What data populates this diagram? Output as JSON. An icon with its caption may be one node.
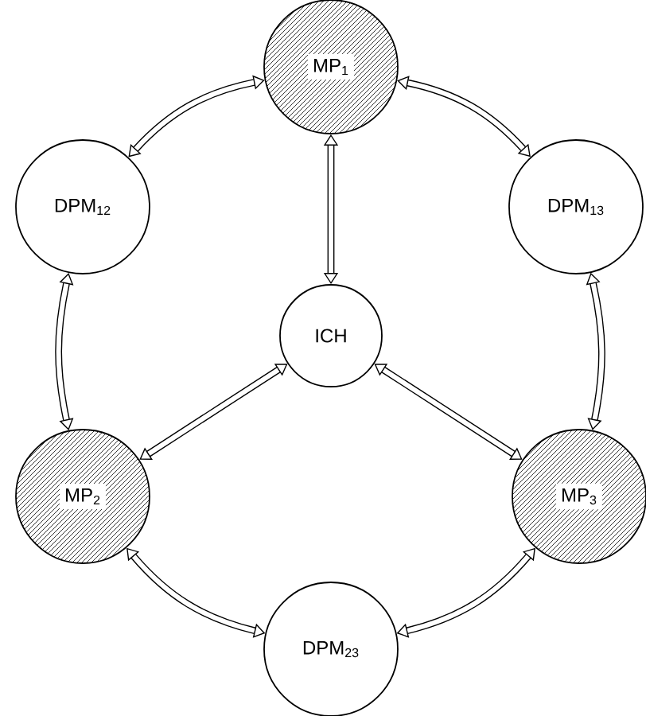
{
  "diagram": {
    "nodes": [
      {
        "text": [
          "MP$_{1}$"
        ]
      },
      {
        "text": [
          "DPM$_{12}$"
        ]
      },
      {
        "text": [
          "DPM$_{13}$"
        ]
      },
      {
        "text": [
          "ICH"
        ]
      },
      {
        "text": [
          "MP$_{2}$"
        ]
      },
      {
        "text": [
          "MP$_{3}$"
        ]
      },
      {
        "text": [
          "DPM$_{23}$"
        ]
      }
    ],
    "edges": [
      {
        "from": 0,
        "to": 1,
        "arrow": "both"
      },
      {
        "from": 0,
        "to": 2,
        "arrow": "both"
      },
      {
        "from": 0,
        "to": 3,
        "arrow": "both"
      },
      {
        "from": 1,
        "to": 4,
        "arrow": "both"
      },
      {
        "from": 2,
        "to": 5,
        "arrow": "both"
      },
      {
        "from": 3,
        "to": 4,
        "arrow": "both"
      },
      {
        "from": 3,
        "to": 5,
        "arrow": "both"
      },
      {
        "from": 4,
        "to": 6,
        "arrow": "both"
      },
      {
        "from": 5,
        "to": 6,
        "arrow": "both"
      }
    ]
  }
}
